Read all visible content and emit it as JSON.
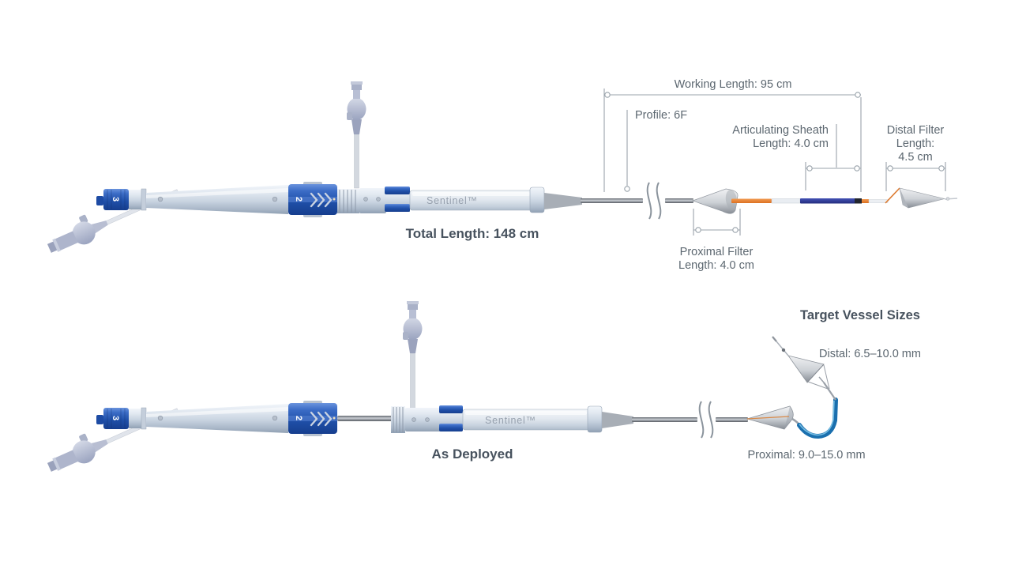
{
  "background": "#ffffff",
  "colors": {
    "label_text": "#5c6770",
    "bold_text": "#47525e",
    "dimension_line": "#9aa3ab",
    "handle_blue": "#1f4fa8",
    "shaft_orange": "#dd7a2e",
    "sheath_navy": "#2c3592",
    "deployed_sheath_blue": "#1a6fae"
  },
  "top_view": {
    "device_label": "Sentinel™",
    "knob_front_numeral": "3",
    "knob_mid_numeral": "2",
    "dim_working_length": "Working Length: 95 cm",
    "dim_profile": "Profile: 6F",
    "dim_articulating_sheath": [
      "Articulating Sheath",
      "Length: 4.0 cm"
    ],
    "dim_distal_filter": [
      "Distal Filter",
      "Length:",
      "4.5 cm"
    ],
    "dim_proximal_filter": [
      "Proximal Filter",
      "Length: 4.0 cm"
    ],
    "dim_total_length": "Total Length: 148 cm"
  },
  "deployed_view": {
    "device_label": "Sentinel™",
    "knob_front_numeral": "3",
    "knob_mid_numeral": "2",
    "view_caption": "As Deployed",
    "sizes_title": "Target Vessel Sizes",
    "distal_size": "Distal: 6.5–10.0 mm",
    "proximal_size": "Proximal: 9.0–15.0 mm"
  }
}
